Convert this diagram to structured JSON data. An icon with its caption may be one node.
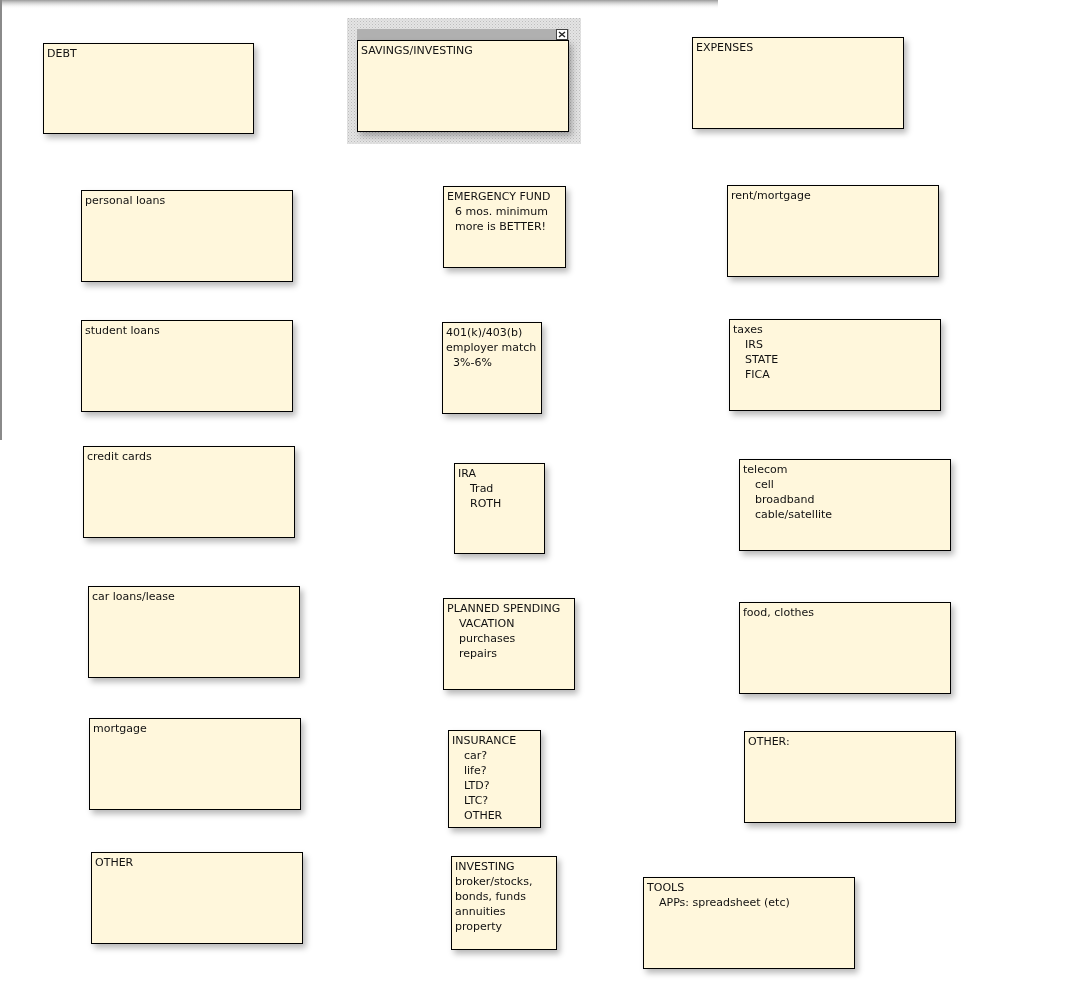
{
  "diagram": {
    "nodes": [
      {
        "text": [
          "DEBT"
        ]
      },
      {
        "text": [
          "SAVINGS/INVESTING"
        ]
      },
      {
        "text": [
          "EXPENSES"
        ]
      },
      {
        "text": [
          "personal loans"
        ]
      },
      {
        "text": [
          "EMERGENCY FUND",
          "6 mos. minimum",
          "more is BETTER!"
        ]
      },
      {
        "text": [
          "rent/mortgage"
        ]
      },
      {
        "text": [
          "student loans"
        ]
      },
      {
        "text": [
          "401(k)/403(b)",
          "employer match",
          "3%-6%"
        ]
      },
      {
        "text": [
          "taxes",
          "IRS",
          "STATE",
          "FICA"
        ]
      },
      {
        "text": [
          "credit cards"
        ]
      },
      {
        "text": [
          "IRA",
          "Trad",
          "ROTH"
        ]
      },
      {
        "text": [
          "telecom",
          "cell",
          "broadband",
          "cable/satellite"
        ]
      },
      {
        "text": [
          "car loans/lease"
        ]
      },
      {
        "text": [
          "PLANNED SPENDING",
          "VACATION",
          "purchases",
          "repairs"
        ]
      },
      {
        "text": [
          "food, clothes"
        ]
      },
      {
        "text": [
          "mortgage"
        ]
      },
      {
        "text": [
          "INSURANCE",
          "car?",
          "life?",
          "LTD?",
          "LTC?",
          "OTHER"
        ]
      },
      {
        "text": [
          "OTHER:"
        ]
      },
      {
        "text": [
          "OTHER"
        ]
      },
      {
        "text": [
          "INVESTING",
          "broker/stocks, bonds, funds",
          "annuities",
          "property"
        ]
      },
      {
        "text": [
          "TOOLS",
          "APPs: spreadsheet (etc)"
        ]
      }
    ]
  }
}
